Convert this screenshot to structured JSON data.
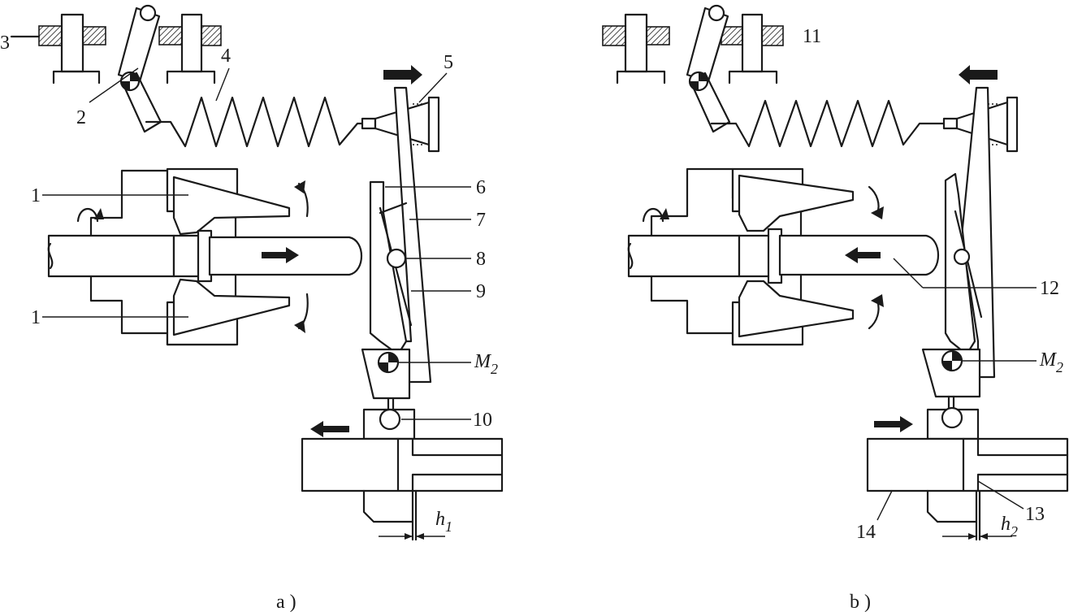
{
  "panel_a": {
    "caption": "a )",
    "labels": {
      "l1_top": "1",
      "l1_bottom": "1",
      "l2": "2",
      "l3": "3",
      "l4": "4",
      "l5": "5",
      "l6": "6",
      "l7": "7",
      "l8": "8",
      "l9": "9",
      "l10": "10",
      "m_main": "M",
      "m_sub": "2",
      "h_main": "h",
      "h_sub": "1"
    }
  },
  "panel_b": {
    "caption": "b )",
    "labels": {
      "l11": "11",
      "l12": "12",
      "l13": "13",
      "l14": "14",
      "m_main": "M",
      "m_sub": "2",
      "h_main": "h",
      "h_sub": "2"
    }
  }
}
